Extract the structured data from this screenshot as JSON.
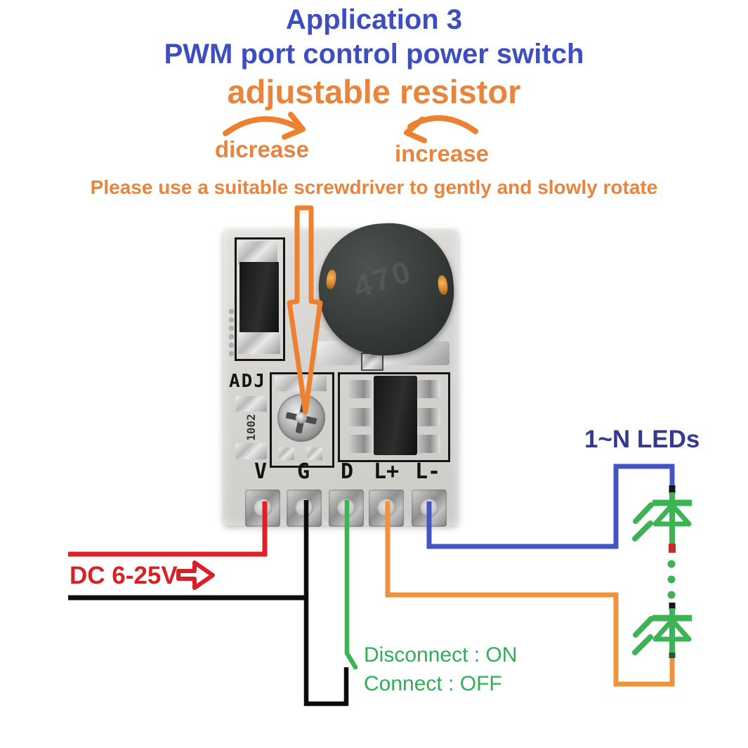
{
  "header": {
    "line1": "Application 3",
    "line2": "PWM port control power switch",
    "line3": "adjustable resistor"
  },
  "adjust": {
    "decrease_label": "dicrease",
    "increase_label": "increase",
    "instruction": "Please use a suitable screwdriver to gently and slowly rotate"
  },
  "module": {
    "adj_label": "ADJ",
    "inductor_marking": "470",
    "resistor_marking": "1002",
    "pins": [
      {
        "name": "V"
      },
      {
        "name": "G"
      },
      {
        "name": "D"
      },
      {
        "name": "L+"
      },
      {
        "name": "L-"
      }
    ]
  },
  "wiring": {
    "input_label": "DC 6-25V",
    "leds_label": "1~N LEDs",
    "switch_note_line1": "Disconnect : ON",
    "switch_note_line2": "Connect : OFF"
  },
  "colors": {
    "title_blue": "#3c4ec2",
    "orange_text": "#e8843c",
    "arrow_orange": "#ee812f",
    "red": "#d92027",
    "navy": "#343b8e",
    "green_text": "#2fae55",
    "wire_red": "#df2127",
    "wire_black": "#0c0c0c",
    "wire_green": "#3cb455",
    "wire_orange": "#f0923c",
    "wire_blue": "#4355c4",
    "led_green": "#3cb455",
    "led_red": "#cb2a2a"
  }
}
